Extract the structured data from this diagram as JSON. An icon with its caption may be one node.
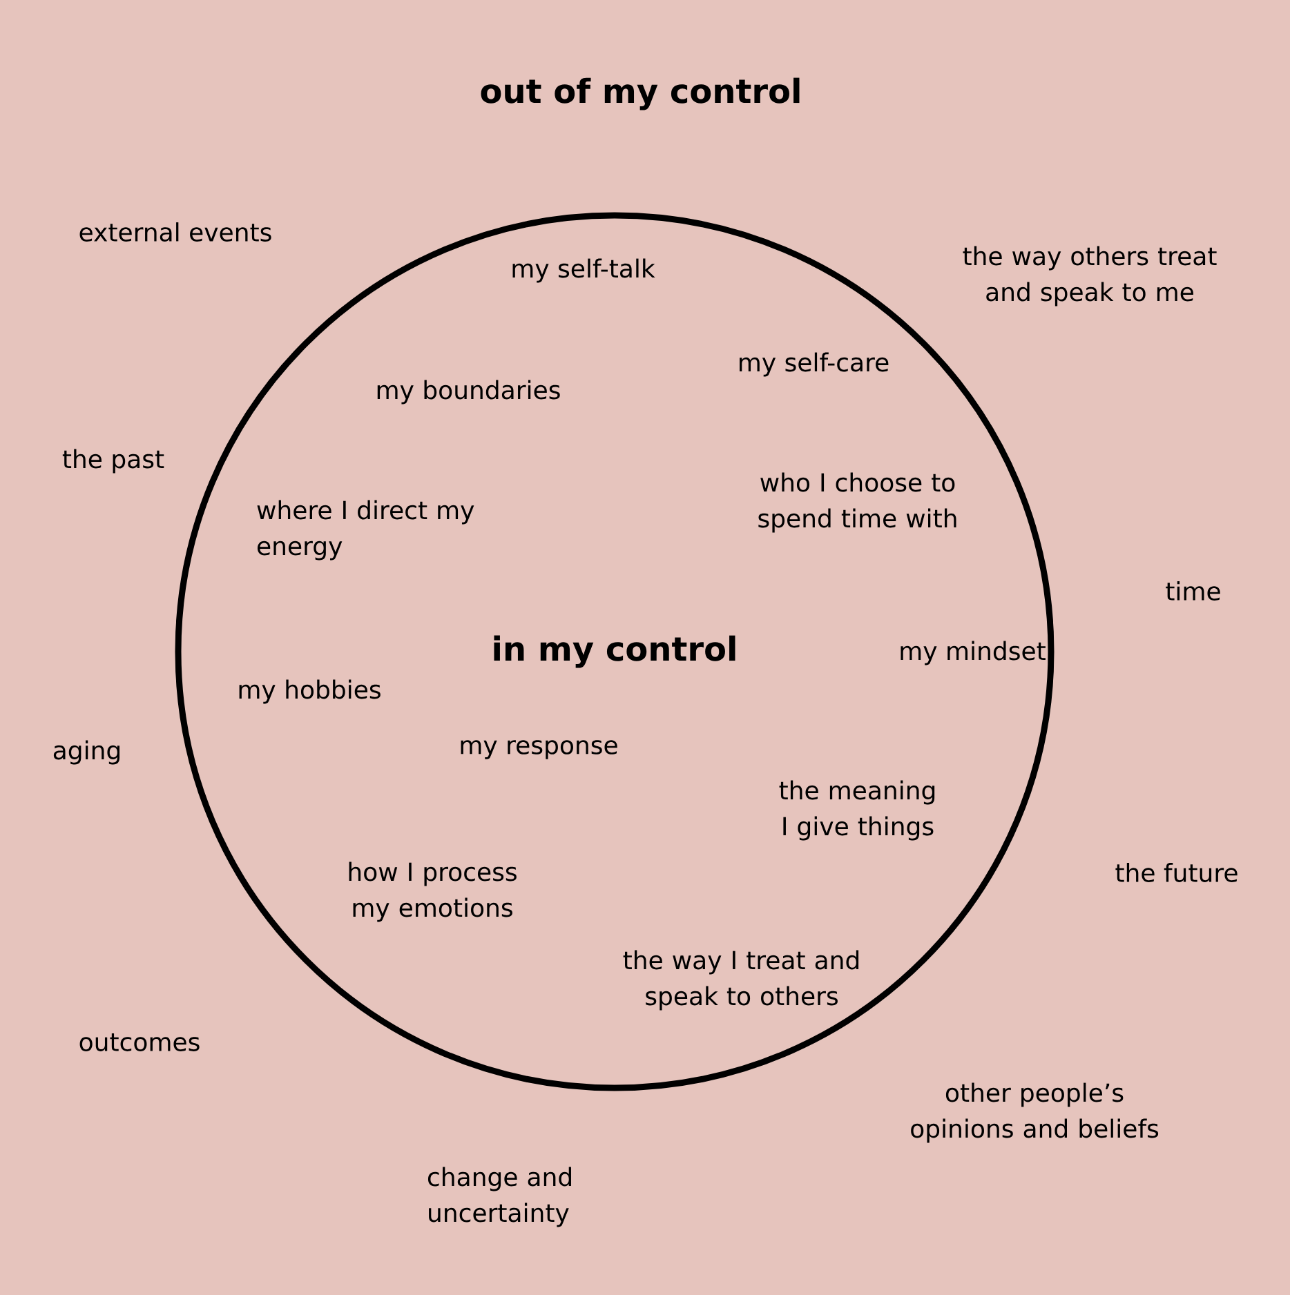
{
  "diagram": {
    "title": "out of my control",
    "nodes": [
      {
        "text": [
          "in my control"
        ]
      }
    ],
    "edges": [],
    "labels": [
      "external events",
      "my self-talk",
      "the way others treat and speak to me",
      "my self-care",
      "my boundaries",
      "the past",
      "who I choose to spend time with",
      "where I direct my energy",
      "time",
      "my mindset",
      "my hobbies",
      "aging",
      "my response",
      "the meaning I give things",
      "the future",
      "how I process my emotions",
      "the way I treat and speak to others",
      "outcomes",
      "other people’s opinions and beliefs",
      "change and uncertainty"
    ]
  }
}
